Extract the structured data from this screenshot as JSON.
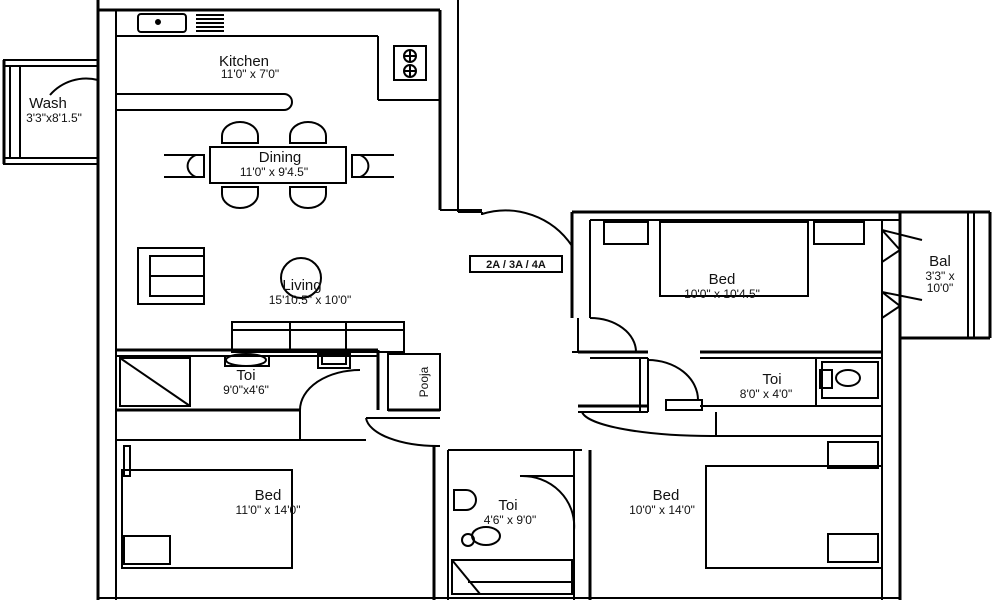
{
  "rooms": {
    "kitchen": {
      "name": "Kitchen",
      "dim": "11'0\" x 7'0\""
    },
    "wash": {
      "name": "Wash",
      "dim": "3'3\"x8'1.5\""
    },
    "dining": {
      "name": "Dining",
      "dim": "11'0\" x 9'4.5\""
    },
    "living": {
      "name": "Living",
      "dim": "15'10.5\" x 10'0\""
    },
    "toilet_common": {
      "name": "Toi",
      "dim": "9'0\"x4'6\""
    },
    "pooja": {
      "name": "Pooja"
    },
    "bed_master": {
      "name": "Bed",
      "dim": "10'0\" x 10'4.5\""
    },
    "balcony": {
      "name": "Bal",
      "dim": "3'3\" x 10'0\""
    },
    "toilet_master": {
      "name": "Toi",
      "dim": "8'0\" x 4'0\""
    },
    "bed_left": {
      "name": "Bed",
      "dim": "11'0\" x 14'0\""
    },
    "toilet_middle": {
      "name": "Toi",
      "dim": "4'6\" x 9'0\""
    },
    "bed_right": {
      "name": "Bed",
      "dim": "10'0\" x 14'0\""
    }
  },
  "unit_tag": "2A / 3A / 4A"
}
